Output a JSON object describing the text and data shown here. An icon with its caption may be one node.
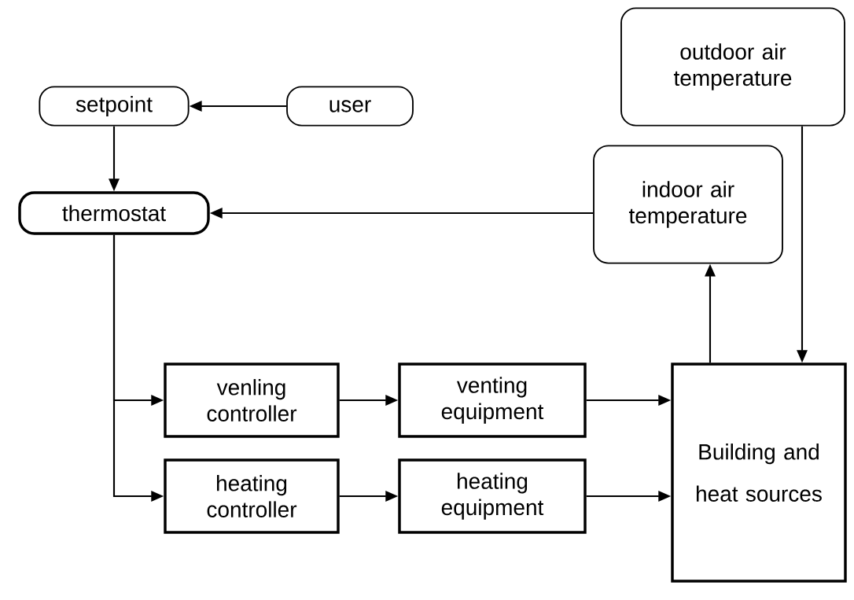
{
  "diagram": {
    "nodes": [
      {
        "text": [
          "setpoint"
        ]
      },
      {
        "text": [
          "user"
        ]
      },
      {
        "text": [
          "outdoor air temperature"
        ]
      },
      {
        "text": [
          "thermostat"
        ]
      },
      {
        "text": [
          "indoor air temperature"
        ]
      },
      {
        "text": [
          "venling controller"
        ]
      },
      {
        "text": [
          "venting equipment"
        ]
      },
      {
        "text": [
          "heating controller"
        ]
      },
      {
        "text": [
          "heating equipment"
        ]
      },
      {
        "text": [
          "Building and heat sources"
        ]
      }
    ],
    "edges": [
      {
        "from": 1,
        "to": 0,
        "arrow": "to"
      },
      {
        "from": 0,
        "to": 3,
        "arrow": "to"
      },
      {
        "from": 4,
        "to": 3,
        "arrow": "to"
      },
      {
        "from": 3,
        "to": 5,
        "arrow": "to"
      },
      {
        "from": 3,
        "to": 7,
        "arrow": "to"
      },
      {
        "from": 5,
        "to": 6,
        "arrow": "to"
      },
      {
        "from": 7,
        "to": 8,
        "arrow": "to"
      },
      {
        "from": 6,
        "to": 9,
        "arrow": "to"
      },
      {
        "from": 8,
        "to": 9,
        "arrow": "to"
      },
      {
        "from": 9,
        "to": 4,
        "arrow": "to"
      },
      {
        "from": 2,
        "to": 9,
        "arrow": "to"
      }
    ]
  }
}
